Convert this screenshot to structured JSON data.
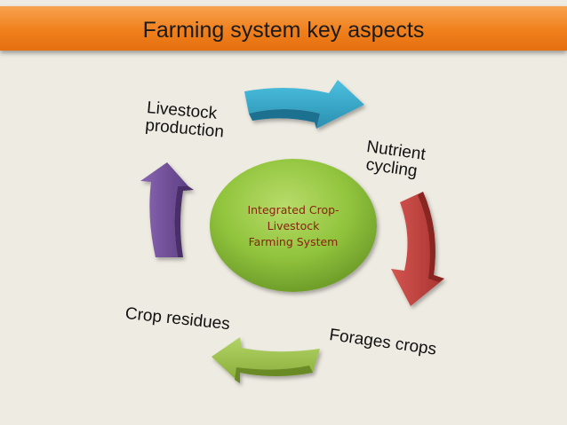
{
  "title": "Farming system key aspects",
  "center": {
    "line1": "Integrated Crop-",
    "line2": "Livestock",
    "line3": "Farming System"
  },
  "labels": {
    "livestock_1": "Livestock",
    "livestock_2": "production",
    "nutrient_1": "Nutrient",
    "nutrient_2": "cycling",
    "forages": "Forages crops",
    "residues": "Crop residues"
  },
  "colors": {
    "title_bar": "#f0801c",
    "center_circle": "#8fc43c",
    "arrow_blue": "#3aaacc",
    "arrow_red": "#c0433e",
    "arrow_green": "#9cc24a",
    "arrow_purple": "#7a56a0"
  }
}
